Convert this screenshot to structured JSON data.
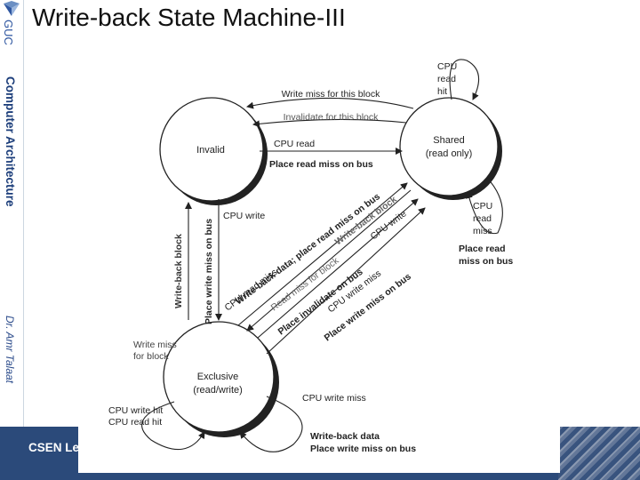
{
  "slide": {
    "title": "Write-back State Machine-III",
    "logo_text": "GUC",
    "course": "Computer Architecture",
    "author": "Dr. Amr Talaat",
    "footer": "CSEN Le"
  },
  "diagram": {
    "states": {
      "invalid": "Invalid",
      "shared": [
        "Shared",
        "(read only)"
      ],
      "exclusive": [
        "Exclusive",
        "(read/write)"
      ]
    },
    "edges": {
      "write_miss_this_block": "Write miss for this block",
      "invalidate_this_block": "Invalidate for this block",
      "cpu_read": "CPU read",
      "place_read_miss_bus": "Place read miss on bus",
      "cpu_read_hit": [
        "CPU",
        "read",
        "hit"
      ],
      "cpu_read_miss": [
        "CPU",
        "read",
        "miss"
      ],
      "place_read_miss_bus_2": [
        "Place read",
        "miss on bus"
      ],
      "cpu_write": "CPU write",
      "place_write_miss_bus_v": "Place write miss on bus",
      "write_back_block_v": "Write-back block",
      "write_miss_for_block": [
        "Write miss",
        "for block"
      ],
      "cpu_write_hit": "CPU write hit",
      "cpu_read_hit_2": "CPU read hit",
      "cpu_write_miss": "CPU write miss",
      "write_back_data": "Write-back data",
      "place_write_miss_bus_b": "Place write miss on bus",
      "diag_cpu_read_miss": "CPU read miss",
      "diag_wb_data_place_read_miss": "Write-back data; place read miss on bus",
      "diag_read_miss_block": "Read miss for block",
      "diag_write_back_block": "Write-back block",
      "diag_cpu_write": "CPU write",
      "diag_place_invalidate": "Place invalidate on bus",
      "diag_cpu_write_miss": "CPU write miss",
      "diag_place_write_miss": "Place write miss on bus"
    }
  }
}
